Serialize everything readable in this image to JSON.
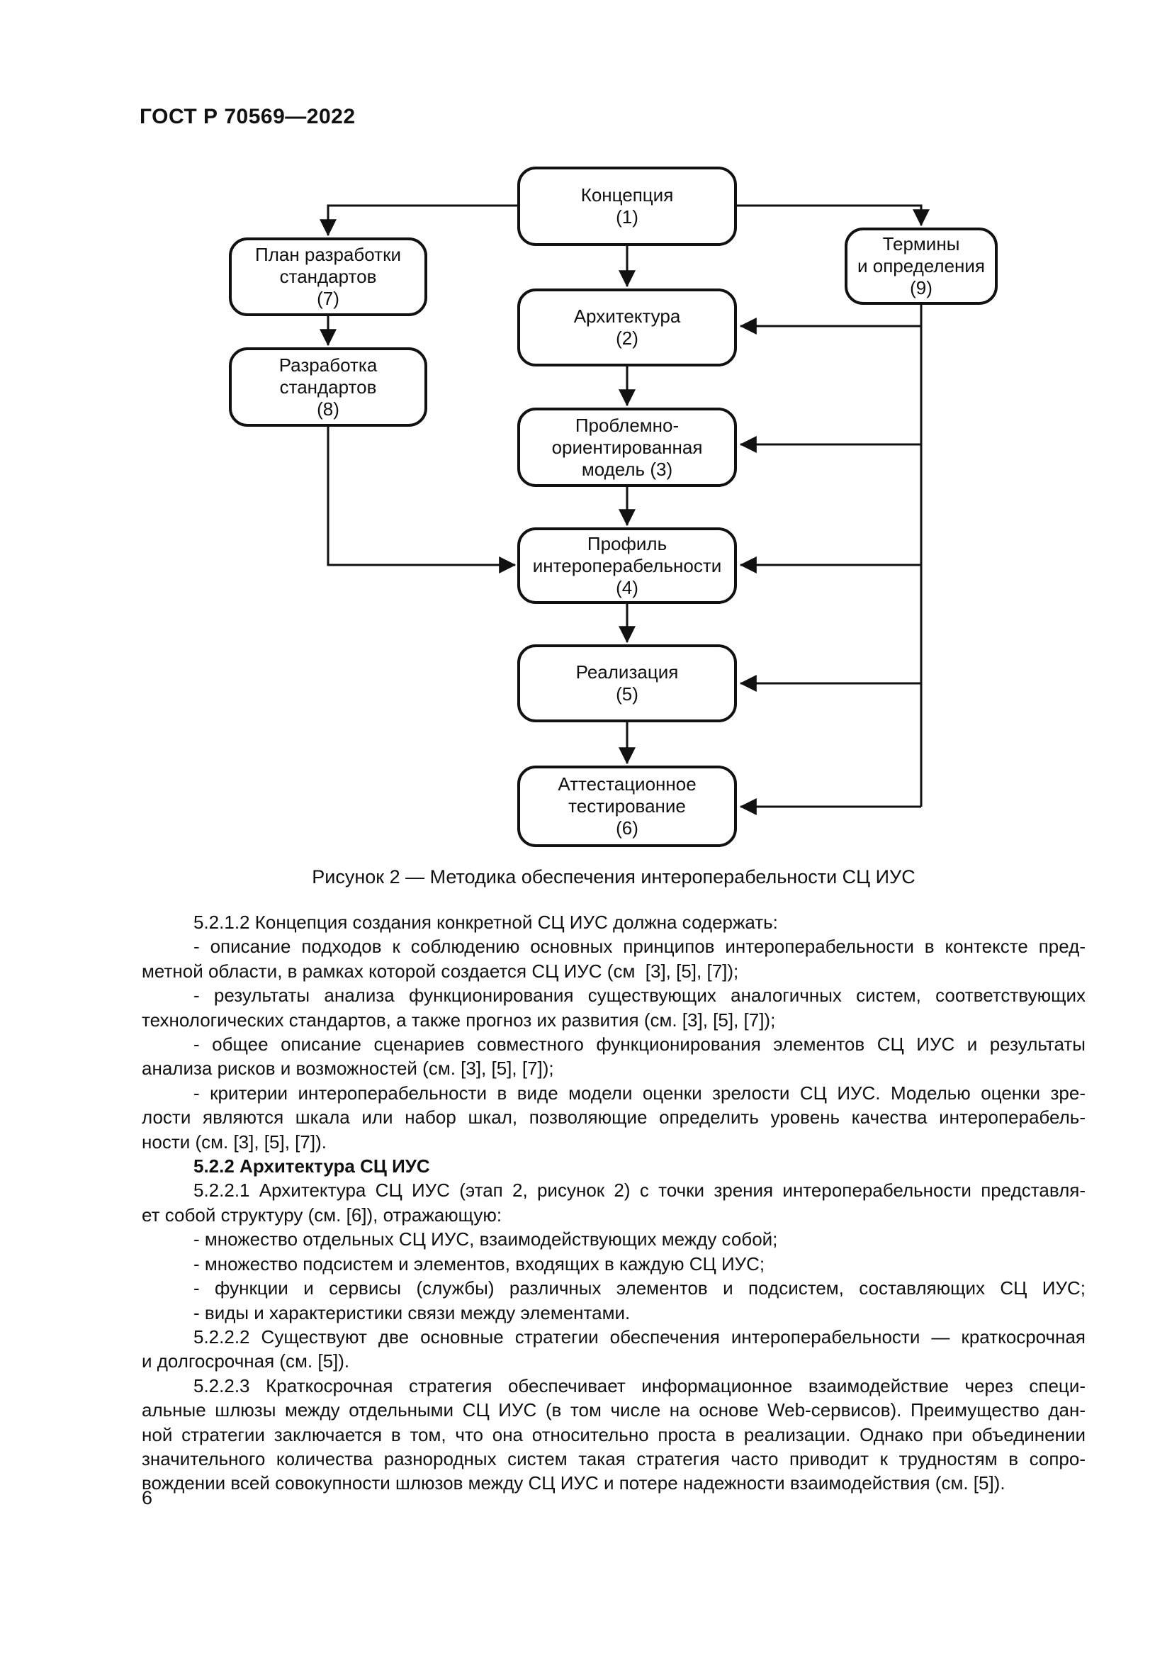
{
  "page": {
    "header": "ГОСТ Р 70569—2022",
    "number": "6"
  },
  "figure": {
    "caption": "Рисунок 2 — Методика обеспечения интероперабельности СЦ ИУС",
    "boxes": [
      {
        "label": "Концепция\n(1)"
      },
      {
        "label": "Архитектура\n(2)"
      },
      {
        "label": "Проблемно-\nориентированная\nмодель (3)"
      },
      {
        "label": "Профиль\nинтероперабельности\n(4)"
      },
      {
        "label": "Реализация\n(5)"
      },
      {
        "label": "Аттестационное\nтестирование\n(6)"
      },
      {
        "label": "План разработки\nстандартов\n(7)"
      },
      {
        "label": "Разработка\nстандартов\n(8)"
      },
      {
        "label": "Термины\nи определения\n(9)"
      }
    ]
  },
  "content": {
    "lines": [
      "5.2.1.2  Концепция создания конкретной СЦ ИУС должна содержать:",
      "- описание подходов к соблюдению основных принципов интероперабельности в контексте пред-",
      "метной области, в рамках которой создается СЦ ИУС (см  [3], [5], [7]);",
      "- результаты анализа функционирования существующих аналогичных систем, соответствующих",
      "технологических стандартов, а также прогноз их развития (см. [3], [5], [7]);",
      "- общее описание сценариев совместного функционирования элементов СЦ ИУС и результаты",
      "анализа рисков и возможностей (см. [3], [5], [7]);",
      "- критерии интероперабельности в виде модели оценки зрелости СЦ ИУС. Моделью оценки зре-",
      "лости являются шкала или набор шкал, позволяющие определить уровень качества интероперабель-",
      "ности (см. [3], [5], [7]).",
      "5.2.2  Архитектура СЦ ИУС",
      "5.2.2.1  Архитектура СЦ ИУС (этап 2, рисунок 2) с точки зрения интероперабельности представля-",
      "ет собой структуру (см. [6]), отражающую:",
      "- множество отдельных СЦ ИУС, взаимодействующих между собой;",
      "- множество подсистем и элементов, входящих в каждую СЦ ИУС;",
      "- функции и сервисы (службы) различных элементов и подсистем, составляющих СЦ ИУС;",
      "- виды и характеристики связи между элементами.",
      "5.2.2.2  Существуют две основные стратегии обеспечения интероперабельности — краткосрочная",
      "и долгосрочная (см. [5]).",
      "5.2.2.3  Краткосрочная стратегия обеспечивает информационное взаимодействие через специ-",
      "альные шлюзы между отдельными СЦ ИУС (в том числе на основе Web-сервисов). Преимущество дан-",
      "ной стратегии заключается в том, что она относительно проста в реализации. Однако при объединении",
      "значительного количества разнородных систем такая стратегия часто приводит к трудностям в сопро-",
      "вождении всей совокупности шлюзов между СЦ ИУС и потере надежности взаимодействия (см. [5])."
    ]
  }
}
